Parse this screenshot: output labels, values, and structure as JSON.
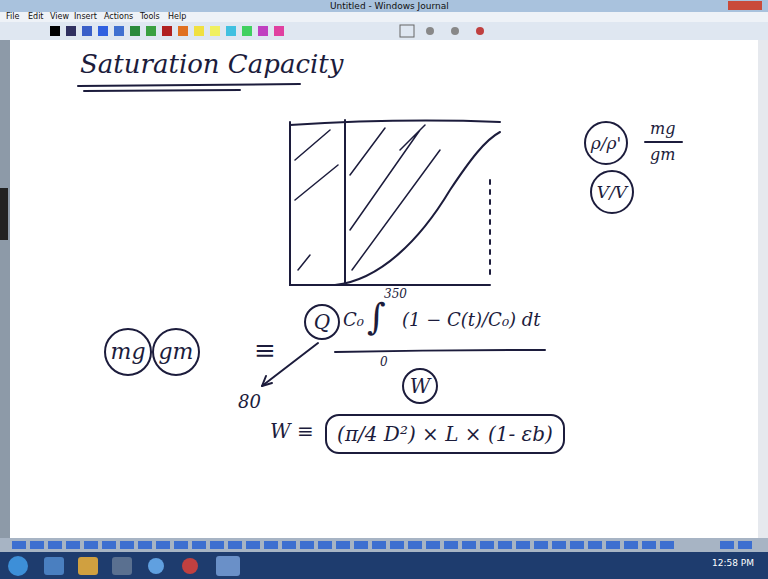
{
  "diagram": {
    "title": "Saturation Capacity",
    "nodes": [
      {
        "text": [
          "mg"
        ]
      },
      {
        "text": [
          "gm"
        ]
      },
      {
        "text": [
          "Q"
        ]
      },
      {
        "text": [
          "W"
        ]
      },
      {
        "text": [
          "(π/4 D²) × L × (1- εb)"
        ]
      },
      {
        "text": [
          "ρ/ρ'"
        ]
      },
      {
        "text": [
          "V/V"
        ]
      }
    ],
    "labels": [
      "Untitled - Windows Journal",
      "File",
      "Edit",
      "View",
      "Insert",
      "Actions",
      "Tools",
      "Help",
      "≡",
      "C₀",
      "∫",
      "350",
      "0",
      "(1 − C(t)/C₀) dt",
      "80",
      "W ≡",
      "mg",
      "gm",
      "12:58 PM"
    ]
  }
}
